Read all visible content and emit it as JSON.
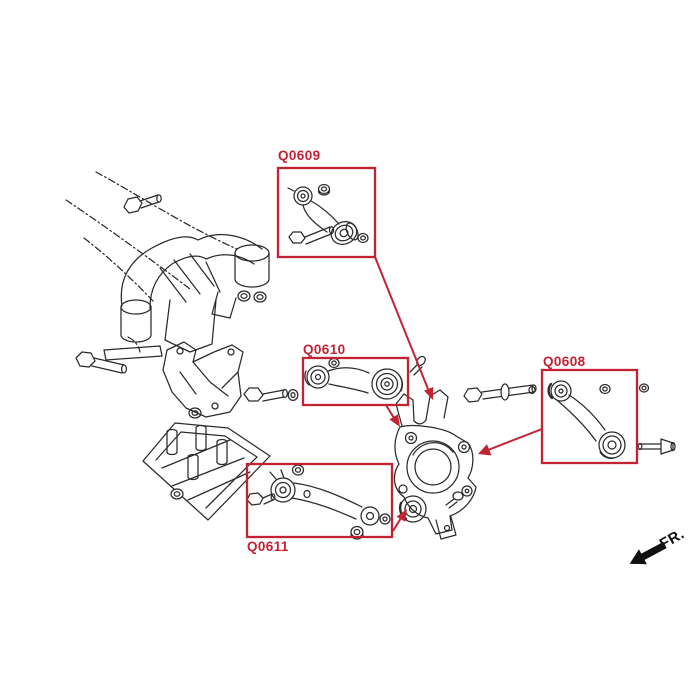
{
  "diagram": {
    "callouts": [
      {
        "id": "q0609",
        "label": "Q0609"
      },
      {
        "id": "q0610",
        "label": "Q0610"
      },
      {
        "id": "q0608",
        "label": "Q0608"
      },
      {
        "id": "q0611",
        "label": "Q0611"
      }
    ],
    "direction_indicator": {
      "label": "FR.",
      "icon": "fr-arrow-icon"
    },
    "colors": {
      "highlight": "#c32233",
      "line": "#2b2b2b",
      "background": "#ffffff",
      "direction": "#111111"
    }
  }
}
